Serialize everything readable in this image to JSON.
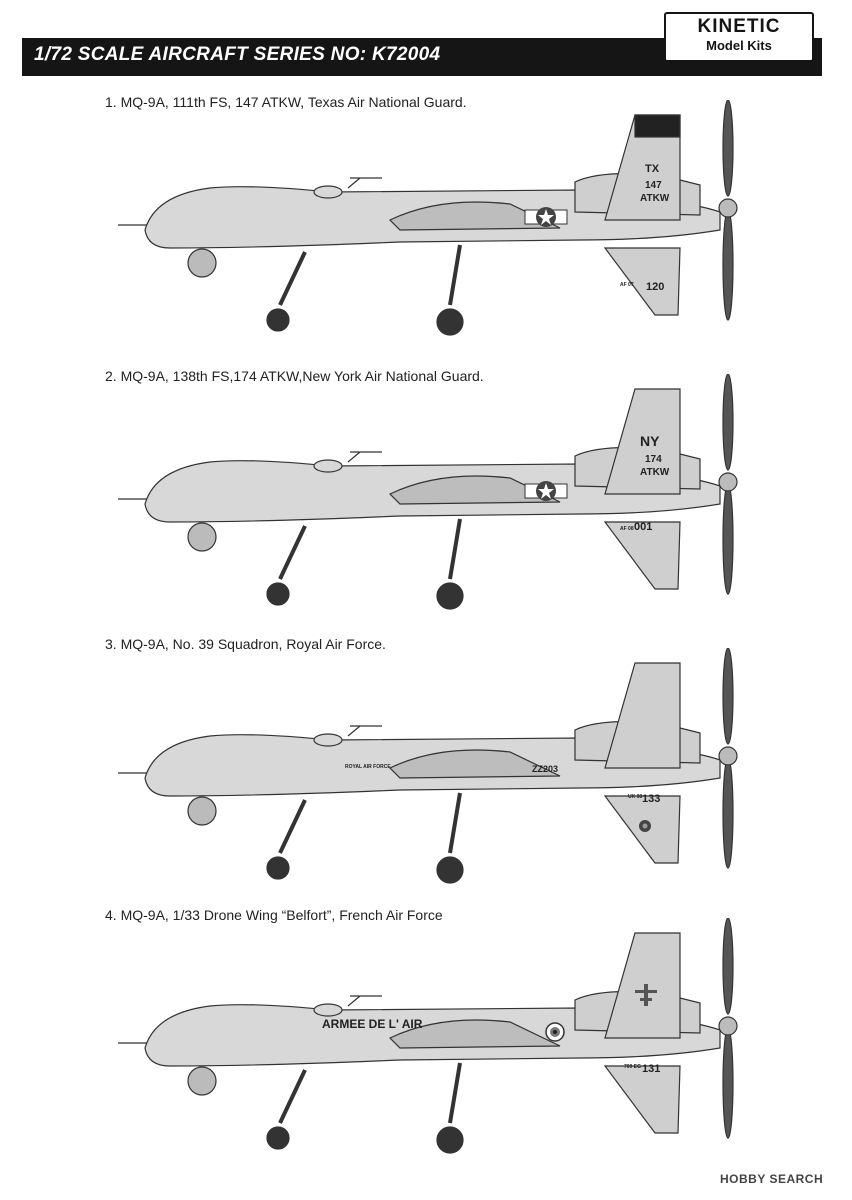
{
  "header": {
    "title": "1/72 SCALE AIRCRAFT SERIES NO: K72004",
    "logo_brand": "KINETIC",
    "logo_sub": "Model Kits"
  },
  "schemes": [
    {
      "caption": "1. MQ-9A, 111th FS, 147 ATKW, Texas Air National Guard.",
      "tail_code": "TX",
      "tail_unit_1": "147",
      "tail_unit_2": "ATKW",
      "serial": "120",
      "serial_small": "AF 07",
      "nose_text": "",
      "roundel": "us-star-icon"
    },
    {
      "caption": "2. MQ-9A, 138th FS,174 ATKW,New York Air National Guard.",
      "tail_code": "NY",
      "tail_unit_1": "174",
      "tail_unit_2": "ATKW",
      "serial": "001",
      "serial_small": "AF 08",
      "nose_text": "",
      "roundel": "us-star-icon"
    },
    {
      "caption": "3. MQ-9A, No. 39 Squadron, Royal Air Force.",
      "tail_code": "",
      "tail_unit_1": "",
      "tail_unit_2": "",
      "serial": "133",
      "serial_small": "UK 08",
      "nose_text": "ROYAL AIR FORCE",
      "fuselage_serial": "ZZ203",
      "roundel": "raf-roundel-icon"
    },
    {
      "caption": "4. MQ-9A, 1/33 Drone Wing “Belfort”, French Air Force",
      "tail_code": "",
      "tail_unit_1": "",
      "tail_unit_2": "",
      "serial": "131",
      "serial_small": "709 EG",
      "nose_text": "ARMEE DE L' AIR",
      "roundel": "french-roundel-icon"
    }
  ],
  "footer": {
    "watermark": "HOBBY SEARCH"
  },
  "colors": {
    "header_bg": "#151515",
    "aircraft_grey": "#cfcfcf",
    "outline": "#333333"
  }
}
